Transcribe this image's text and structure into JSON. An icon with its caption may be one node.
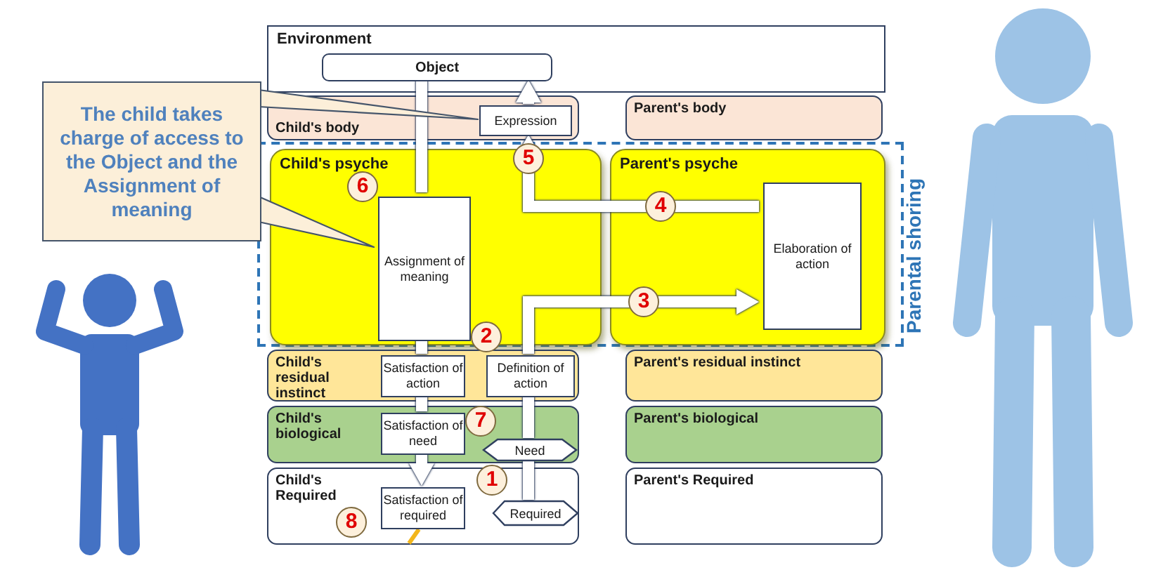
{
  "diagram": {
    "nodes": [
      {
        "text": [
          "Environment"
        ]
      },
      {
        "text": [
          "Object"
        ],
        "in": 0
      },
      {
        "text": [
          "Child's body"
        ]
      },
      {
        "text": [
          "Parent's body"
        ]
      },
      {
        "text": [
          "Expression"
        ],
        "in": 2
      },
      {
        "text": [
          "Parental shoring"
        ]
      },
      {
        "text": [
          "Child's psyche"
        ],
        "in": 5
      },
      {
        "text": [
          "Parent's psyche"
        ],
        "in": 5
      },
      {
        "text": [
          "Assignment of meaning"
        ],
        "in": 6
      },
      {
        "text": [
          "Elaboration of action"
        ],
        "in": 7
      },
      {
        "text": [
          "Child's residual instinct"
        ]
      },
      {
        "text": [
          "Parent's residual instinct"
        ]
      },
      {
        "text": [
          "Satisfaction of action"
        ],
        "in": 10
      },
      {
        "text": [
          "Definition of action"
        ],
        "in": 10
      },
      {
        "text": [
          "Child's biological"
        ]
      },
      {
        "text": [
          "Parent's biological"
        ]
      },
      {
        "text": [
          "Satisfaction of need"
        ],
        "in": 14
      },
      {
        "text": [
          "Need"
        ],
        "in": 14
      },
      {
        "text": [
          "Child's Required"
        ]
      },
      {
        "text": [
          "Parent's Required"
        ]
      },
      {
        "text": [
          "Satisfaction of required"
        ],
        "in": 18
      },
      {
        "text": [
          "Required"
        ],
        "in": 18
      },
      {
        "text": [
          "The child takes charge of access to the Object and the Assignment of meaning"
        ]
      }
    ],
    "edges": [
      {
        "from": 21,
        "to": 17,
        "arrow": "none"
      },
      {
        "from": 17,
        "to": 13,
        "arrow": "none"
      },
      {
        "from": 13,
        "to": 9,
        "arrow": "to"
      },
      {
        "from": 9,
        "to": 4,
        "arrow": "to"
      },
      {
        "from": 4,
        "to": 1,
        "arrow": "to"
      },
      {
        "from": 1,
        "to": 8,
        "arrow": "none"
      },
      {
        "from": 8,
        "to": 12,
        "arrow": "none"
      },
      {
        "from": 12,
        "to": 16,
        "arrow": "none"
      },
      {
        "from": 16,
        "to": 20,
        "arrow": "to"
      },
      {
        "from": 22,
        "to": 4,
        "arrow": "none"
      },
      {
        "from": 22,
        "to": 8,
        "arrow": "none"
      }
    ],
    "labels": [
      "5",
      "6",
      "4",
      "3",
      "2",
      "7",
      "1",
      "8"
    ]
  }
}
